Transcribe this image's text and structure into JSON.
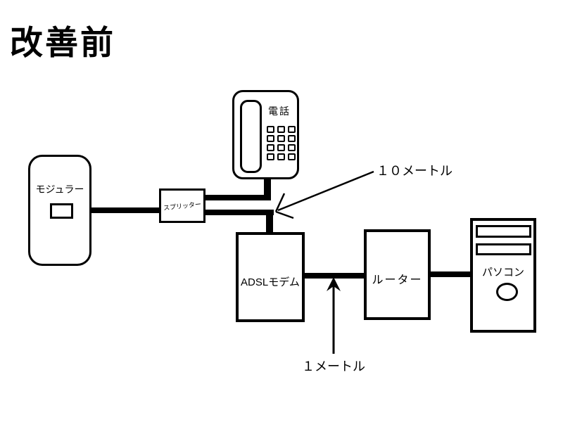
{
  "title": "改善前",
  "nodes": {
    "modular": {
      "label": "モジュラー"
    },
    "splitter": {
      "label": "スプリッター"
    },
    "phone": {
      "label": "電話"
    },
    "modem": {
      "label": "ADSLモデム"
    },
    "router": {
      "label": "ルーター"
    },
    "pc": {
      "label": "パソコン"
    }
  },
  "annotations": {
    "ten_meter": {
      "label": "１０メートル"
    },
    "one_meter": {
      "label": "１メートル"
    }
  },
  "colors": {
    "line": "#000000",
    "background": "#ffffff"
  }
}
